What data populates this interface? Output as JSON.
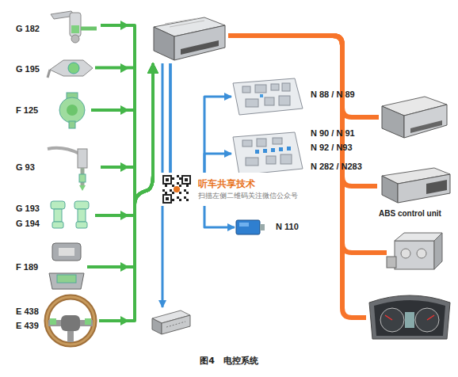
{
  "diagram": {
    "caption": "图4　电控系统",
    "nodes": [
      {
        "text": [
          "G 182"
        ]
      },
      {
        "text": [
          "G 195"
        ]
      },
      {
        "text": [
          "F 125"
        ]
      },
      {
        "text": [
          "G 93"
        ]
      },
      {
        "text": [
          "G 193",
          "G 194"
        ]
      },
      {
        "text": [
          "F 189"
        ]
      },
      {
        "text": [
          "E 438",
          "E 439"
        ]
      },
      {
        "text": []
      },
      {
        "text": [
          "N 88 / N 89"
        ]
      },
      {
        "text": [
          "N 90 / N 91",
          "N 92 / N93",
          "N 282 / N283"
        ]
      },
      {
        "text": [
          "N 110"
        ]
      },
      {
        "text": []
      },
      {
        "text": []
      },
      {
        "text": [
          "ABS control unit"
        ]
      },
      {
        "text": []
      },
      {
        "text": []
      }
    ],
    "edges": [
      {
        "from": 0,
        "to": 7,
        "arrow": "to"
      },
      {
        "from": 1,
        "to": 7,
        "arrow": "to"
      },
      {
        "from": 2,
        "to": 7,
        "arrow": "to"
      },
      {
        "from": 3,
        "to": 7,
        "arrow": "to"
      },
      {
        "from": 4,
        "to": 7,
        "arrow": "to"
      },
      {
        "from": 5,
        "to": 7,
        "arrow": "to"
      },
      {
        "from": 6,
        "to": 7,
        "arrow": "to"
      },
      {
        "from": 7,
        "to": 8,
        "arrow": "to"
      },
      {
        "from": 7,
        "to": 9,
        "arrow": "to"
      },
      {
        "from": 7,
        "to": 10,
        "arrow": "to"
      },
      {
        "from": 7,
        "to": 11,
        "arrow": "to"
      },
      {
        "from": 7,
        "to": 12,
        "arrow": "none"
      },
      {
        "from": 7,
        "to": 13,
        "arrow": "none"
      },
      {
        "from": 7,
        "to": 14,
        "arrow": "none"
      },
      {
        "from": 7,
        "to": 15,
        "arrow": "none"
      }
    ],
    "labels": [
      "听车共享技术",
      "扫描左侧二维码关注微信公众号"
    ]
  }
}
